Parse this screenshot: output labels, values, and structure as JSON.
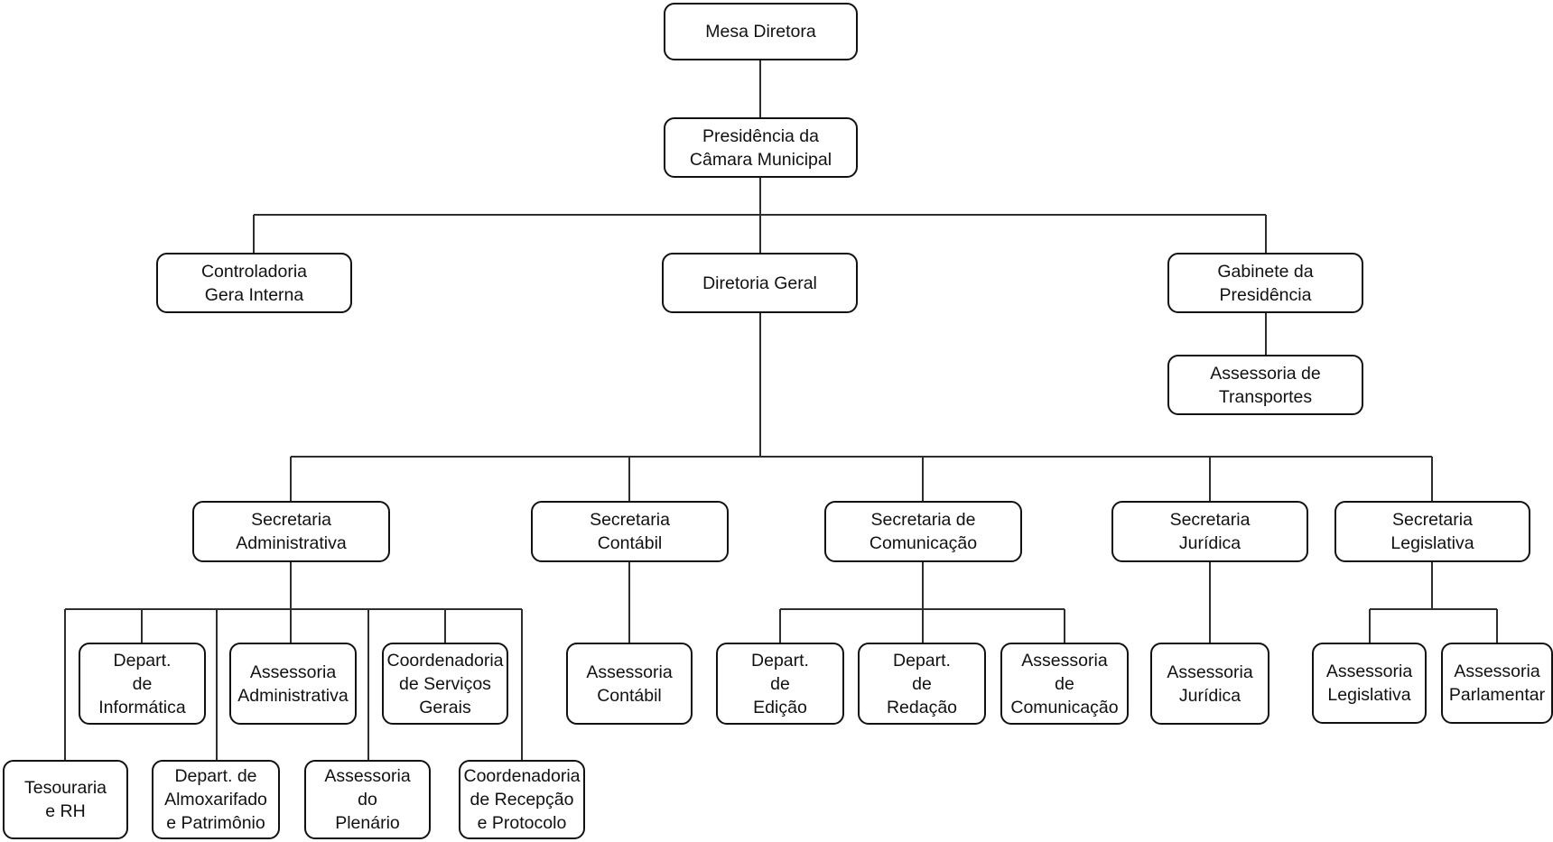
{
  "diagram": {
    "type": "org-chart",
    "language": "pt-BR",
    "background_color": "#ffffff",
    "box_fill_color": "#ffffff",
    "box_border_color": "#111111",
    "line_color": "#2e2e2e",
    "text_color": "#111111"
  },
  "nodes": [
    {
      "id": "mesa-diretora",
      "label": "Mesa Diretora"
    },
    {
      "id": "presidencia",
      "label": "Presidência da\nCâmara Municipal"
    },
    {
      "id": "controladoria",
      "label": "Controladoria\nGera Interna"
    },
    {
      "id": "diretoria-geral",
      "label": "Diretoria Geral"
    },
    {
      "id": "gabinete-presidencia",
      "label": "Gabinete da\nPresidência"
    },
    {
      "id": "assessoria-transportes",
      "label": "Assessoria de\nTransportes"
    },
    {
      "id": "sec-administrativa",
      "label": "Secretaria\nAdministrativa"
    },
    {
      "id": "sec-contabil",
      "label": "Secretaria\nContábil"
    },
    {
      "id": "sec-comunicacao",
      "label": "Secretaria de\nComunicação"
    },
    {
      "id": "sec-juridica",
      "label": "Secretaria\nJurídica"
    },
    {
      "id": "sec-legislativa",
      "label": "Secretaria\nLegislativa"
    },
    {
      "id": "dep-informatica",
      "label": "Depart.\nde\nInformática"
    },
    {
      "id": "ass-administrativa",
      "label": "Assessoria\nAdministrativa"
    },
    {
      "id": "coord-servicos-gerais",
      "label": "Coordenadoria\nde Serviços\nGerais"
    },
    {
      "id": "tesouraria-rh",
      "label": "Tesouraria\ne RH"
    },
    {
      "id": "dep-almoxarifado",
      "label": "Depart. de\nAlmoxarifado\ne Patrimônio"
    },
    {
      "id": "ass-plenario",
      "label": "Assessoria\ndo\nPlenário"
    },
    {
      "id": "coord-recepcao",
      "label": "Coordenadoria\nde Recepção\ne Protocolo"
    },
    {
      "id": "ass-contabil",
      "label": "Assessoria\nContábil"
    },
    {
      "id": "dep-edicao",
      "label": "Depart.\nde\nEdição"
    },
    {
      "id": "dep-redacao",
      "label": "Depart.\nde\nRedação"
    },
    {
      "id": "ass-comunicacao",
      "label": "Assessoria\nde\nComunicação"
    },
    {
      "id": "ass-juridica",
      "label": "Assessoria\nJurídica"
    },
    {
      "id": "ass-legislativa",
      "label": "Assessoria\nLegislativa"
    },
    {
      "id": "ass-parlamentar",
      "label": "Assessoria\nParlamentar"
    }
  ],
  "edges": [
    [
      "mesa-diretora",
      "presidencia"
    ],
    [
      "presidencia",
      "controladoria"
    ],
    [
      "presidencia",
      "diretoria-geral"
    ],
    [
      "presidencia",
      "gabinete-presidencia"
    ],
    [
      "gabinete-presidencia",
      "assessoria-transportes"
    ],
    [
      "diretoria-geral",
      "sec-administrativa"
    ],
    [
      "diretoria-geral",
      "sec-contabil"
    ],
    [
      "diretoria-geral",
      "sec-comunicacao"
    ],
    [
      "diretoria-geral",
      "sec-juridica"
    ],
    [
      "diretoria-geral",
      "sec-legislativa"
    ],
    [
      "sec-administrativa",
      "dep-informatica"
    ],
    [
      "sec-administrativa",
      "ass-administrativa"
    ],
    [
      "sec-administrativa",
      "coord-servicos-gerais"
    ],
    [
      "sec-administrativa",
      "tesouraria-rh"
    ],
    [
      "sec-administrativa",
      "dep-almoxarifado"
    ],
    [
      "sec-administrativa",
      "ass-plenario"
    ],
    [
      "sec-administrativa",
      "coord-recepcao"
    ],
    [
      "sec-contabil",
      "ass-contabil"
    ],
    [
      "sec-comunicacao",
      "dep-edicao"
    ],
    [
      "sec-comunicacao",
      "dep-redacao"
    ],
    [
      "sec-comunicacao",
      "ass-comunicacao"
    ],
    [
      "sec-juridica",
      "ass-juridica"
    ],
    [
      "sec-legislativa",
      "ass-legislativa"
    ],
    [
      "sec-legislativa",
      "ass-parlamentar"
    ]
  ]
}
